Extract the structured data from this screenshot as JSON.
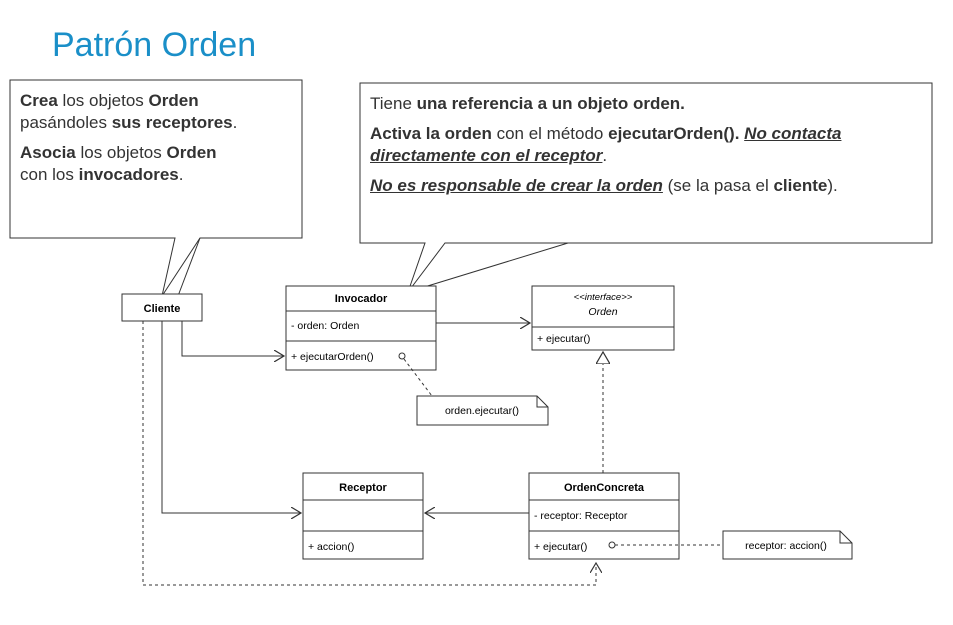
{
  "title": "Patrón Orden",
  "callout_left": {
    "p1": {
      "b1": "Crea",
      "t1": " los objetos ",
      "b2": "Orden",
      "t2": " pasándoles ",
      "b3": "sus receptores",
      "t3": "."
    },
    "p2": {
      "b1": "Asocia",
      "t1": " los objetos ",
      "b2": "Orden",
      "t2": " con los ",
      "b3": "invocadores",
      "t3": "."
    }
  },
  "callout_right": {
    "p1": {
      "t1": "Tiene ",
      "b1": "una referencia a un objeto orden."
    },
    "p2": {
      "b1": "Activa la orden",
      "t1": " con el método ",
      "b2": "ejecutarOrden().",
      "t2": " ",
      "bi1": "No contacta directamente con el receptor",
      "t3": "."
    },
    "p3": {
      "bi1": "No es responsable de crear la orden",
      "t1": " (se la pasa el ",
      "b1": "cliente",
      "t2": ")."
    }
  },
  "classes": {
    "cliente": {
      "name": "Cliente"
    },
    "invocador": {
      "name": "Invocador",
      "attr": "- orden: Orden",
      "method": "+ ejecutarOrden()"
    },
    "orden": {
      "stereotype": "<<interface>>",
      "name": "Orden",
      "method": "+ ejecutar()"
    },
    "receptor": {
      "name": "Receptor",
      "method": "+ accion()"
    },
    "orden_concreta": {
      "name": "OrdenConcreta",
      "attr": "- receptor: Receptor",
      "method": "+ ejecutar()"
    }
  },
  "notes": {
    "invocador_note": "orden.ejecutar()",
    "concreta_note": "receptor: accion()"
  }
}
